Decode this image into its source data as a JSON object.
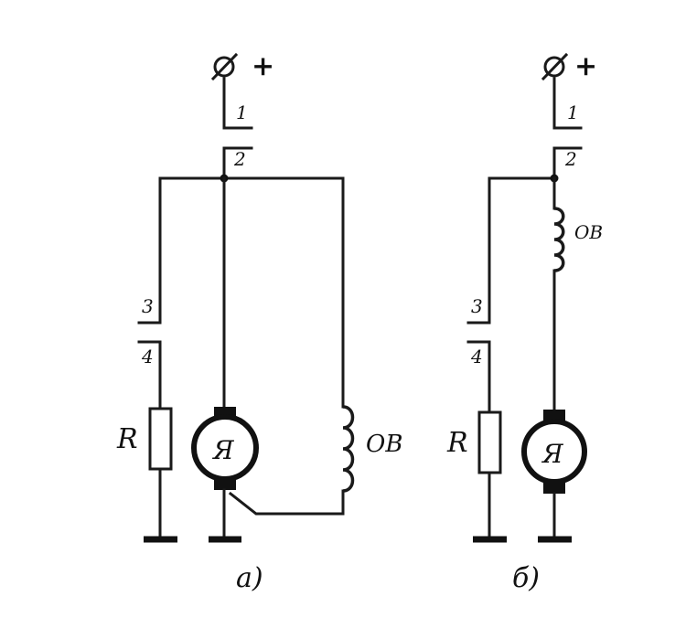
{
  "circuit_a": {
    "terminal_symbol": "Ø",
    "terminal_plus": "+",
    "contact_1": "1",
    "contact_2": "2",
    "contact_3": "3",
    "contact_4": "4",
    "resistor_label": "R",
    "armature_label": "Я",
    "field_winding_label": "ОВ",
    "caption": "а)"
  },
  "circuit_b": {
    "terminal_symbol": "Ø",
    "terminal_plus": "+",
    "contact_1": "1",
    "contact_2": "2",
    "contact_3": "3",
    "contact_4": "4",
    "resistor_label": "R",
    "armature_label": "Я",
    "field_winding_label": "ОВ",
    "caption": "б)"
  }
}
